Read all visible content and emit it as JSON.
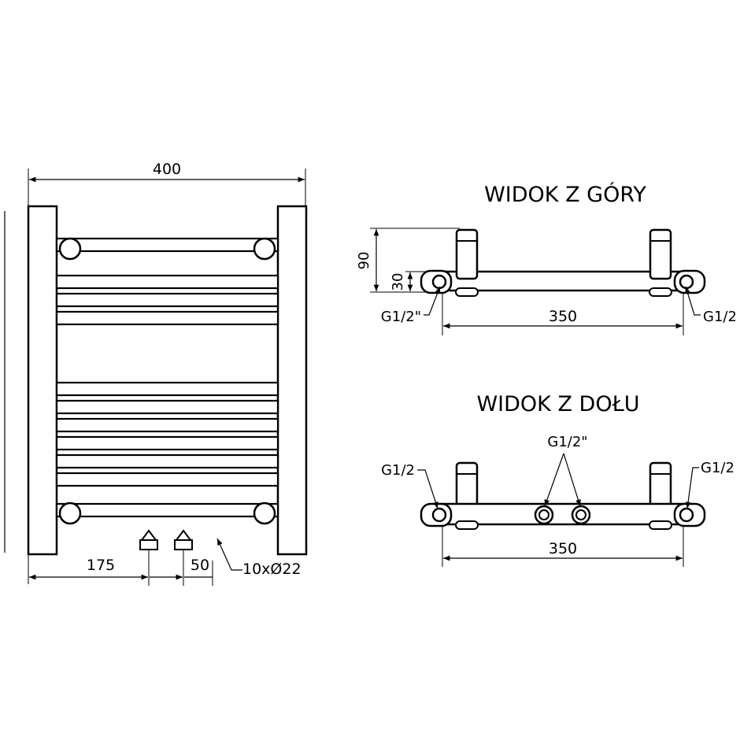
{
  "front_view": {
    "width_label": "400",
    "left_offset_label": "175",
    "spacing_label": "50",
    "tubes_label": "10xØ22"
  },
  "top_view": {
    "title": "WIDOK Z GÓRY",
    "depth_label": "90",
    "offset_label": "30",
    "span_label": "350",
    "left_conn_label": "G1/2\"",
    "right_conn_label": "G1/2"
  },
  "bottom_view": {
    "title": "WIDOK Z DOŁU",
    "left_conn_label": "G1/2",
    "middle_conn_label": "G1/2\"",
    "right_conn_label": "G1/2",
    "span_label": "350"
  },
  "colors": {
    "line": "#000000",
    "background": "#ffffff"
  }
}
